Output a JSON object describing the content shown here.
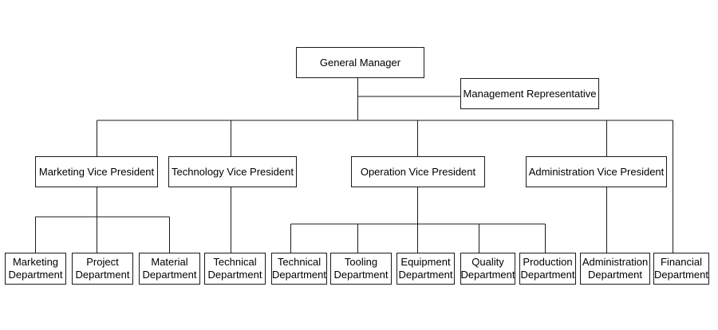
{
  "general_manager": "General Manager",
  "management_representative": "Management Representative",
  "vice_presidents": {
    "marketing": "Marketing Vice President",
    "technology": "Technology Vice President",
    "operation": "Operation Vice President",
    "administration": "Administration Vice President"
  },
  "departments": [
    [
      "Marketing",
      "Department"
    ],
    [
      "Project",
      "Department"
    ],
    [
      "Material",
      "Department"
    ],
    [
      "Technical",
      "Department"
    ],
    [
      "Technical",
      "Department"
    ],
    [
      "Tooling",
      "Department"
    ],
    [
      "Equipment",
      "Department"
    ],
    [
      "Quality",
      "Department"
    ],
    [
      "Production",
      "Department"
    ],
    [
      "Administration",
      "Department"
    ],
    [
      "Financial",
      "Department"
    ]
  ],
  "line_color": "#1a1a1a"
}
